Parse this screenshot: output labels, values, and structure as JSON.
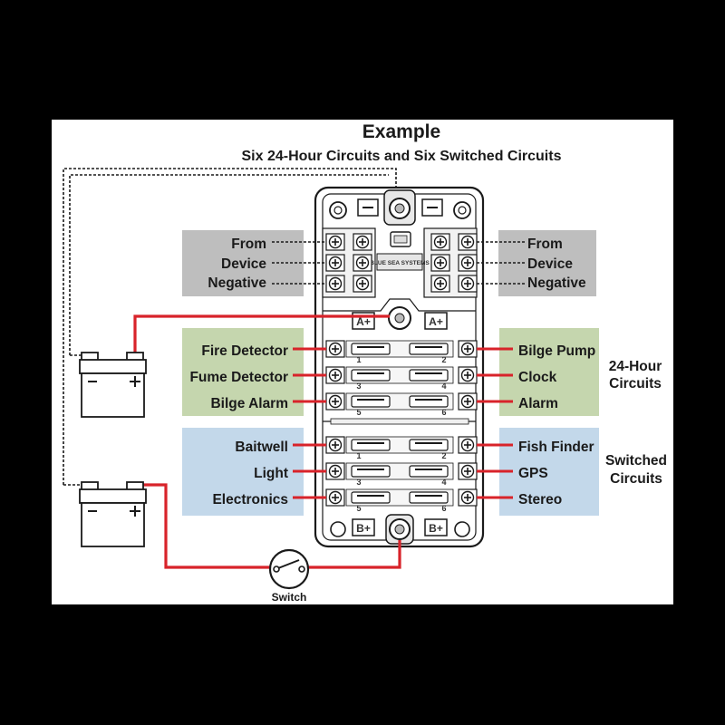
{
  "title": "Example",
  "subtitle": "Six 24-Hour Circuits and Six Switched Circuits",
  "neg_left": [
    "From",
    "Device",
    "Negative"
  ],
  "neg_right": [
    "From",
    "Device",
    "Negative"
  ],
  "left_24h": [
    "Fire Detector",
    "Fume Detector",
    "Bilge Alarm"
  ],
  "right_24h": [
    "Bilge Pump",
    "Clock",
    "Alarm"
  ],
  "left_sw": [
    "Baitwell",
    "Light",
    "Electronics"
  ],
  "right_sw": [
    "Fish Finder",
    "GPS",
    "Stereo"
  ],
  "group_24h": [
    "24-Hour",
    "Circuits"
  ],
  "group_sw": [
    "Switched",
    "Circuits"
  ],
  "switch_label": "Switch",
  "bus_a": "A+",
  "bus_b": "B+",
  "brand": "BLUE SEA SYSTEMS",
  "fuse_numbers": [
    "1",
    "2",
    "3",
    "4",
    "5",
    "6"
  ],
  "colors": {
    "wire_red": "#d8232a",
    "gray_box": "#bebebe",
    "green_box": "#c5d6ae",
    "blue_box": "#c3d8ea"
  }
}
